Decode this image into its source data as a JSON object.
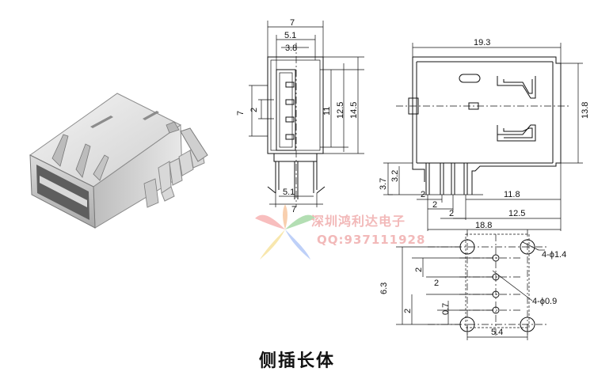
{
  "caption": "侧插长体",
  "watermark": {
    "company": "深圳鸿利达电子",
    "qq": "QQ:937111928",
    "colors": [
      "#f7b3b3",
      "#a6d9a6",
      "#f7e3a0",
      "#b3c8f7"
    ]
  },
  "front_view": {
    "top_dims": [
      "7",
      "5.1",
      "3.8"
    ],
    "left_dims": [
      "7",
      "2"
    ],
    "right_dims": [
      "11",
      "12.5",
      "14.5"
    ],
    "bottom_dims": [
      "5.1",
      "7"
    ]
  },
  "side_view": {
    "top_dim": "19.3",
    "right_dim": "13.8",
    "left_dims": [
      "3.7",
      "3.2"
    ],
    "bottom_dims": [
      "2",
      "2",
      "2",
      "11.8",
      "12.5",
      "18.8"
    ]
  },
  "footprint": {
    "hole_large": "4-ϕ1.4",
    "hole_small": "4-ϕ0.9",
    "left_dims": [
      "2",
      "2",
      "6.3",
      "2",
      "0.7"
    ],
    "bottom_dim": "5.4"
  },
  "colors": {
    "line": "#111111",
    "metal_light": "#e6e6e6",
    "metal_dark": "#9a9a9a",
    "caption": "#111111"
  }
}
